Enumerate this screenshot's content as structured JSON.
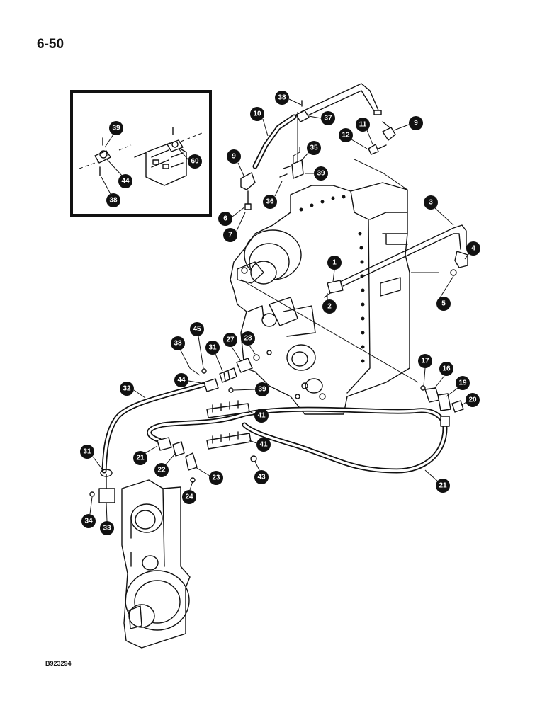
{
  "page": {
    "number": "6-50",
    "drawing_code": "B923294"
  },
  "callouts": [
    "38",
    "37",
    "10",
    "11",
    "12",
    "9",
    "9",
    "35",
    "39",
    "36",
    "6",
    "7",
    "3",
    "4",
    "1",
    "2",
    "5",
    "45",
    "38",
    "27",
    "28",
    "31",
    "44",
    "39",
    "17",
    "16",
    "19",
    "20",
    "32",
    "41",
    "41",
    "21",
    "22",
    "23",
    "24",
    "43",
    "21",
    "31",
    "34",
    "33",
    "39",
    "44",
    "60",
    "38"
  ]
}
